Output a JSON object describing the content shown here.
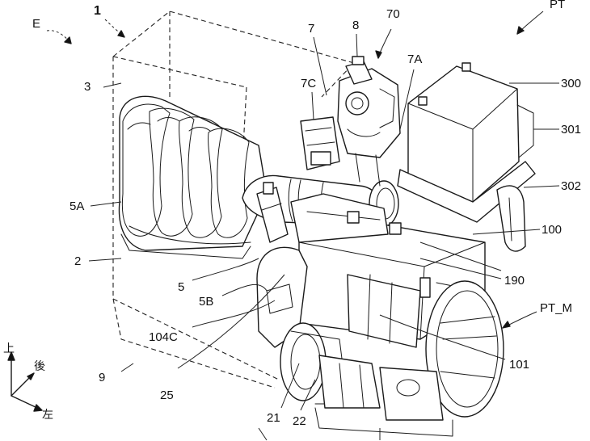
{
  "labels": {
    "E": "E",
    "n1": "1",
    "PT": "PT",
    "n3": "3",
    "n7": "7",
    "n8": "8",
    "n70": "70",
    "n7A": "7A",
    "n7C": "7C",
    "n300": "300",
    "n301": "301",
    "n302": "302",
    "n5A": "5A",
    "n100": "100",
    "n2": "2",
    "n190": "190",
    "n5": "5",
    "n5B": "5B",
    "PT_M": "PT_M",
    "n104C": "104C",
    "n101": "101",
    "n9": "9",
    "n25": "25",
    "n21": "21",
    "n22": "22"
  },
  "axis_legend": {
    "up": "上",
    "rear": "後",
    "left": "左"
  }
}
